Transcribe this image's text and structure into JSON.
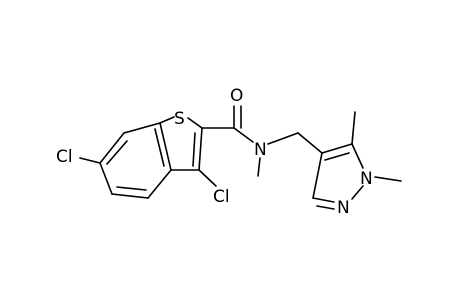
{
  "molecule": {
    "atoms": [
      {
        "id": "Cl6",
        "label": "Cl"
      },
      {
        "id": "S1",
        "label": "S"
      },
      {
        "id": "O",
        "label": "O"
      },
      {
        "id": "N",
        "label": "N"
      },
      {
        "id": "Cl3",
        "label": "Cl"
      },
      {
        "id": "N1",
        "label": "N"
      },
      {
        "id": "N2",
        "label": "N"
      }
    ]
  }
}
